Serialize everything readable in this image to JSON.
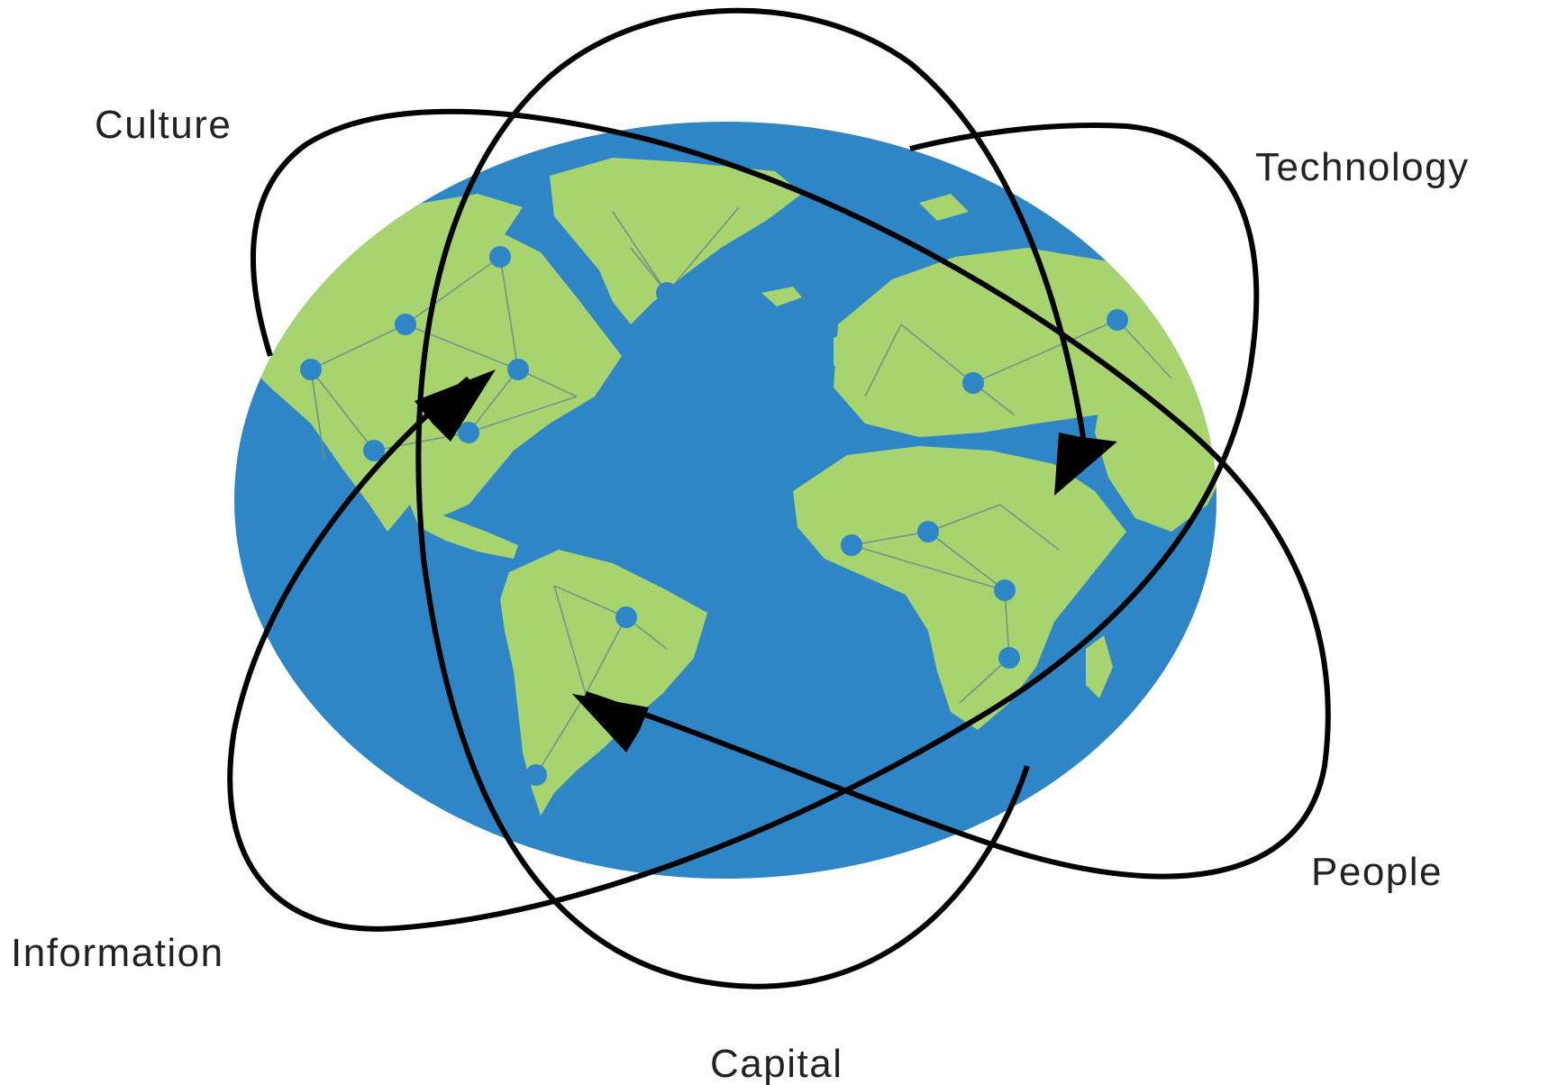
{
  "diagram": {
    "flows": [
      "Culture",
      "Technology",
      "People",
      "Capital",
      "Information"
    ],
    "labels": {
      "culture": "Culture",
      "technology": "Technology",
      "people": "People",
      "capital": "Capital",
      "information": "Information"
    },
    "colors": {
      "ocean": "#2f86c7",
      "land": "#a7d46f",
      "orbit": "#000000",
      "text": "#222222"
    }
  }
}
